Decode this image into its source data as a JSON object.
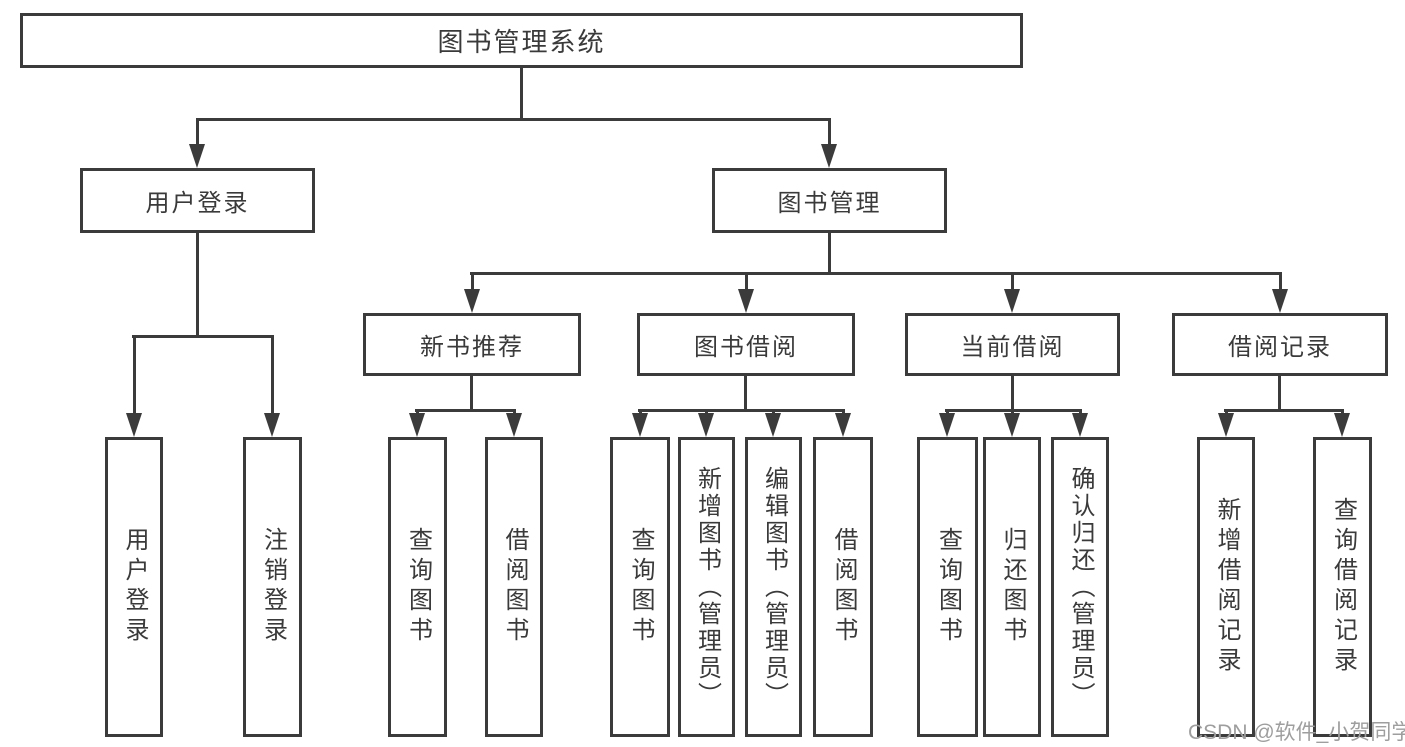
{
  "diagram": {
    "root": {
      "label": "图书管理系统"
    },
    "level2": [
      {
        "label": "用户登录"
      },
      {
        "label": "图书管理"
      }
    ],
    "level3": [
      {
        "label": "新书推荐",
        "parent": "图书管理"
      },
      {
        "label": "图书借阅",
        "parent": "图书管理"
      },
      {
        "label": "当前借阅",
        "parent": "图书管理"
      },
      {
        "label": "借阅记录",
        "parent": "图书管理"
      }
    ],
    "leaves": [
      {
        "label": "用户登录",
        "parent": "用户登录"
      },
      {
        "label": "注销登录",
        "parent": "用户登录"
      },
      {
        "label": "查询图书",
        "parent": "新书推荐"
      },
      {
        "label": "借阅图书",
        "parent": "新书推荐"
      },
      {
        "label": "查询图书",
        "parent": "图书借阅"
      },
      {
        "label": "新增图书（管理员）",
        "parent": "图书借阅"
      },
      {
        "label": "编辑图书（管理员）",
        "parent": "图书借阅"
      },
      {
        "label": "借阅图书",
        "parent": "图书借阅"
      },
      {
        "label": "查询图书",
        "parent": "当前借阅"
      },
      {
        "label": "归还图书",
        "parent": "当前借阅"
      },
      {
        "label": "确认归还（管理员）",
        "parent": "当前借阅"
      },
      {
        "label": "新增借阅记录",
        "parent": "借阅记录"
      },
      {
        "label": "查询借阅记录",
        "parent": "借阅记录"
      }
    ],
    "colors": {
      "line": "#3b3b3b",
      "text": "#3a3a3a",
      "background": "#ffffff",
      "watermark": "#9e9e9e"
    }
  },
  "watermark": {
    "text": "CSDN @软件_小贺同学"
  }
}
